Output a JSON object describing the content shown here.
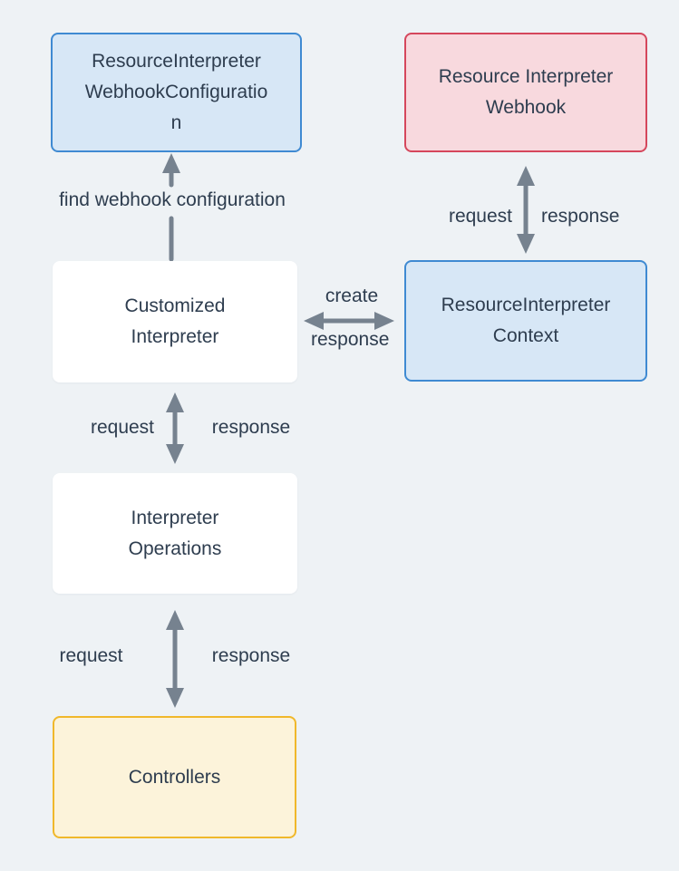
{
  "diagram": {
    "background_color": "#eef2f5",
    "text_color": "#2e3d4f",
    "arrow_color": "#76828f",
    "colors": {
      "blue_border": "#3f8ad2",
      "blue_fill": "#d7e7f6",
      "red_border": "#d5475c",
      "red_fill": "#f8d9de",
      "yellow_border": "#f0b82b",
      "yellow_fill": "#fcf3da",
      "white_fill": "#ffffff"
    },
    "nodes": [
      {
        "id": "webhook-configuration",
        "style": "blue",
        "lines": [
          "ResourceInterpreter",
          "WebhookConfiguratio",
          "n"
        ]
      },
      {
        "id": "resource-webhook",
        "style": "red",
        "lines": [
          "Resource Interpreter",
          "Webhook"
        ]
      },
      {
        "id": "customized-interpreter",
        "style": "white",
        "lines": [
          "Customized",
          "Interpreter"
        ]
      },
      {
        "id": "interpreter-context",
        "style": "blue",
        "lines": [
          "ResourceInterpreter",
          "Context"
        ]
      },
      {
        "id": "interpreter-operations",
        "style": "white",
        "lines": [
          "Interpreter",
          "Operations"
        ]
      },
      {
        "id": "controllers",
        "style": "yellow",
        "lines": [
          "Controllers"
        ]
      }
    ],
    "edges": {
      "find_webhook_configuration": {
        "label": "find webhook configuration"
      },
      "webhook_exchange": {
        "left_label": "request",
        "right_label": "response"
      },
      "context_exchange": {
        "top_label": "create",
        "bottom_label": "response"
      },
      "operations_exchange": {
        "left_label": "request",
        "right_label": "response"
      },
      "controllers_exchange": {
        "left_label": "request",
        "right_label": "response"
      }
    }
  }
}
